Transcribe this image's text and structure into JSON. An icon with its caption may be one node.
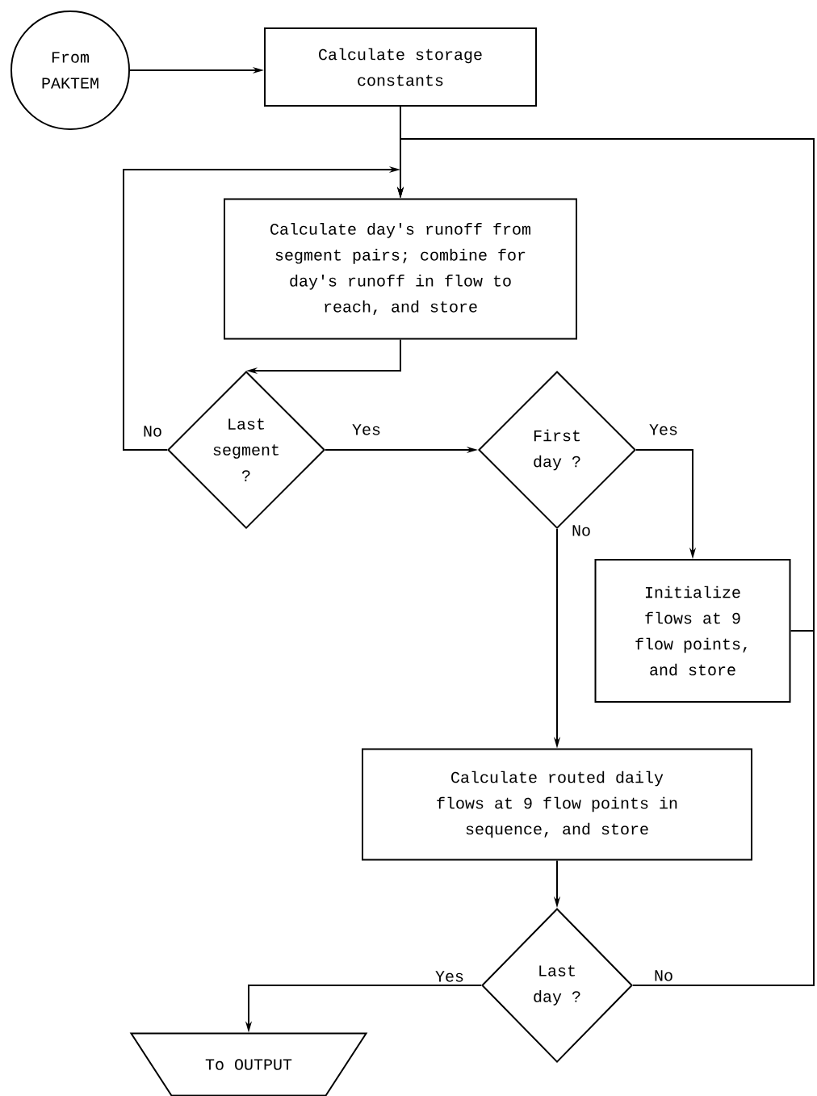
{
  "diagram": {
    "nodes": [
      {
        "text": [
          "From PAKTEM"
        ]
      },
      {
        "text": [
          "Calculate storage constants"
        ]
      },
      {
        "text": [
          "Calculate day's runoff from segment pairs; combine for day's runoff in flow to reach, and store"
        ]
      },
      {
        "text": [
          "Last segment ?"
        ]
      },
      {
        "text": [
          "First day ?"
        ]
      },
      {
        "text": [
          "Initialize flows at 9 flow points, and store"
        ]
      },
      {
        "text": [
          "Calculate routed daily flows at 9 flow points in sequence, and store"
        ]
      },
      {
        "text": [
          "Last day ?"
        ]
      },
      {
        "text": [
          "To OUTPUT"
        ]
      }
    ],
    "edges": [
      {
        "from": 0,
        "to": 1,
        "arrow": "to"
      },
      {
        "from": 1,
        "to": 2,
        "arrow": "to"
      },
      {
        "from": 2,
        "to": 3,
        "arrow": "to"
      },
      {
        "from": 3,
        "to": 2,
        "arrow": "to",
        "label": "No"
      },
      {
        "from": 3,
        "to": 4,
        "arrow": "to",
        "label": "Yes"
      },
      {
        "from": 4,
        "to": 5,
        "arrow": "to",
        "label": "Yes"
      },
      {
        "from": 4,
        "to": 6,
        "arrow": "to",
        "label": "No"
      },
      {
        "from": 5,
        "to": 2,
        "arrow": "to"
      },
      {
        "from": 6,
        "to": 7,
        "arrow": "to"
      },
      {
        "from": 7,
        "to": 8,
        "arrow": "to",
        "label": "Yes"
      },
      {
        "from": 7,
        "to": 2,
        "arrow": "to",
        "label": "No"
      }
    ]
  }
}
